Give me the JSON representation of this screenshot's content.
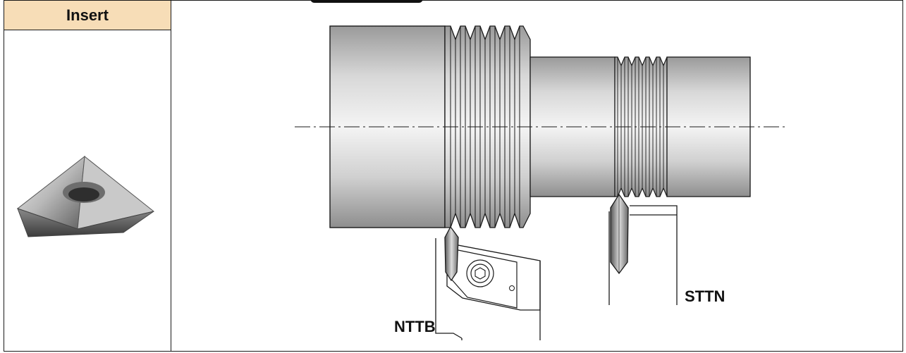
{
  "table": {
    "header": "Insert"
  },
  "labels": {
    "left_tool": "NTTB",
    "right_tool": "STTN"
  },
  "colors": {
    "header_bg": "#f7ddb7",
    "line": "#1a1a1a",
    "body_light": "#f2f2f2",
    "body_dark": "#8c8c8c"
  },
  "icons": {
    "insert": "triangular-threading-insert-icon"
  }
}
